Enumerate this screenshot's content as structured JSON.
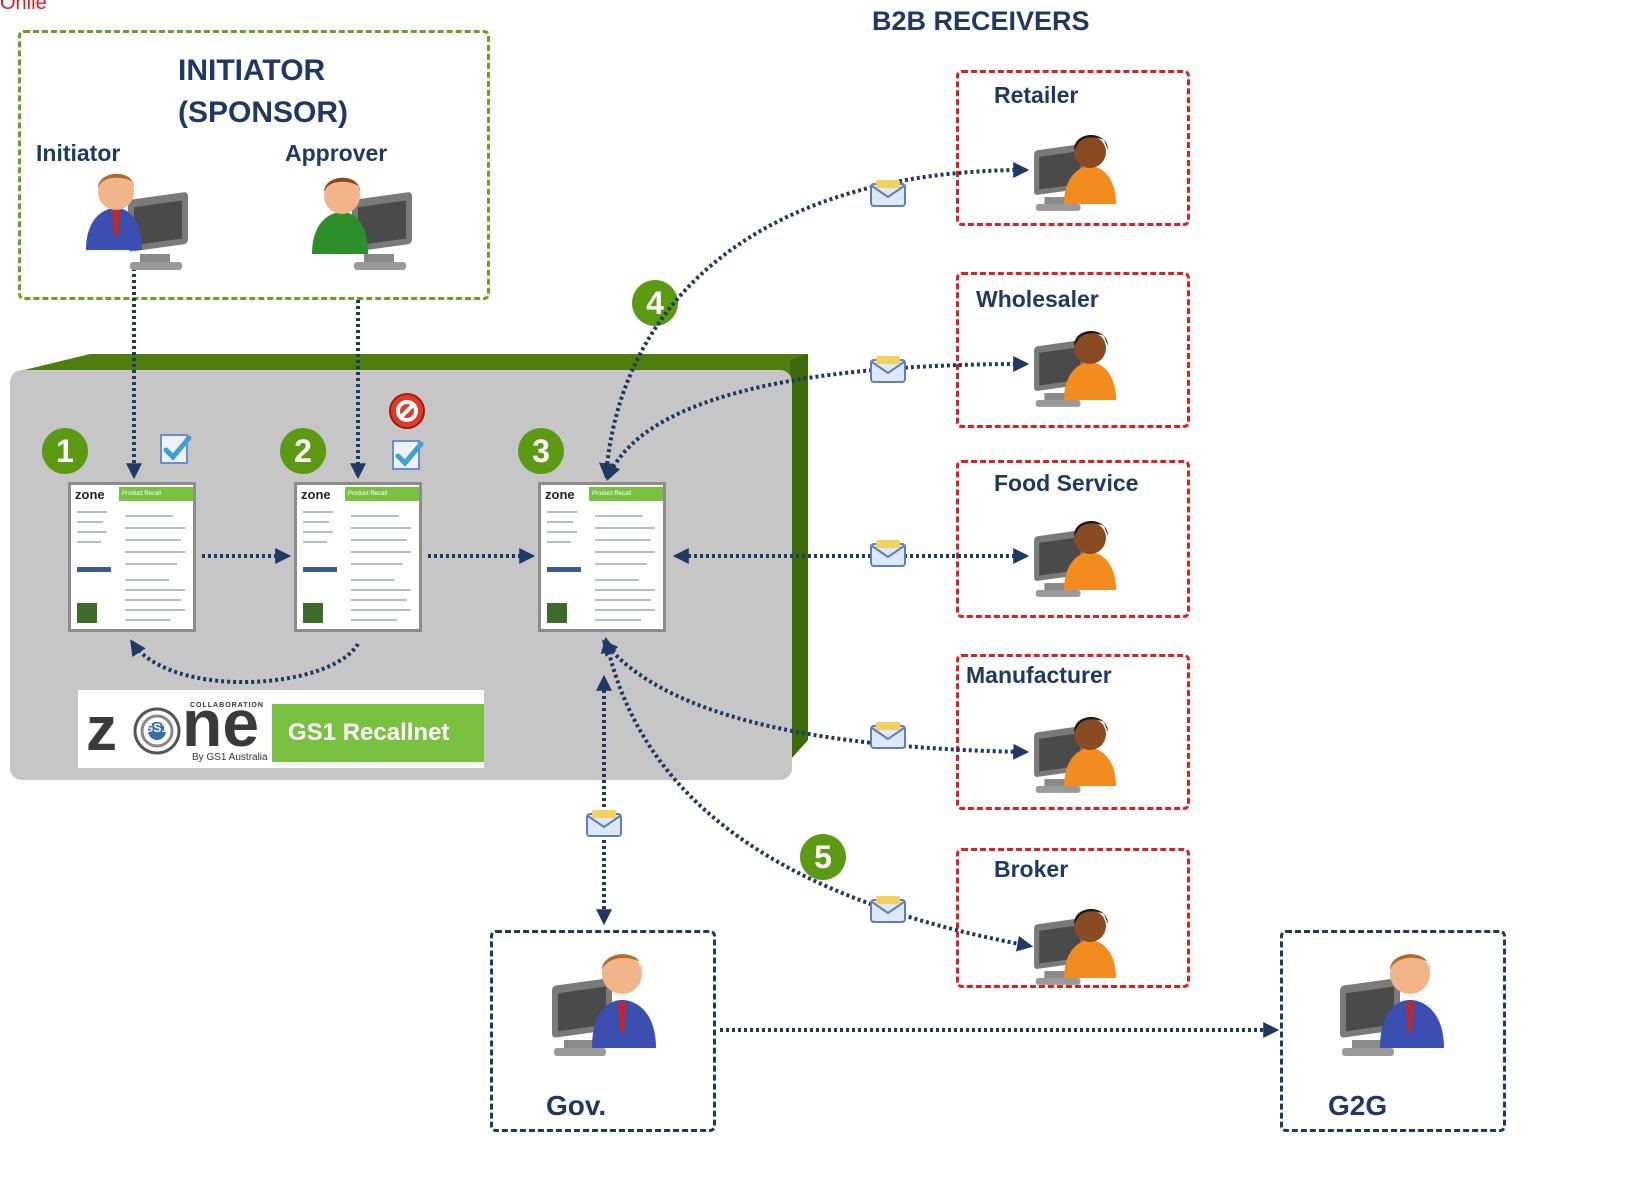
{
  "corner_text": "Onile",
  "initiator": {
    "title_line1": "INITIATOR",
    "title_line2": "(SPONSOR)",
    "initiator_label": "Initiator",
    "approver_label": "Approver"
  },
  "receivers_title": "B2B RECEIVERS",
  "receivers": [
    "Retailer",
    "Wholesaler",
    "Food Service",
    "Manufacturer",
    "Broker"
  ],
  "steps": [
    "1",
    "2",
    "3",
    "4",
    "5"
  ],
  "screenshot": {
    "logo_text": "zone",
    "header_text": "Product Recall"
  },
  "zone_logo": {
    "collaboration": "COLLABORATION",
    "gs1": "GS1",
    "byline": "By GS1 Australia",
    "product": "GS1 Recallnet"
  },
  "gov_label": "Gov.",
  "g2g_label": "G2G",
  "colors": {
    "navy": "#1f3864",
    "step_green": "#5c9a14",
    "initiator_border": "#6aa121",
    "receiver_border": "#e02020",
    "platform_grey": "#c6c6c6",
    "platform_green": "#4e7f0e",
    "recallnet_green": "#7ac142"
  }
}
